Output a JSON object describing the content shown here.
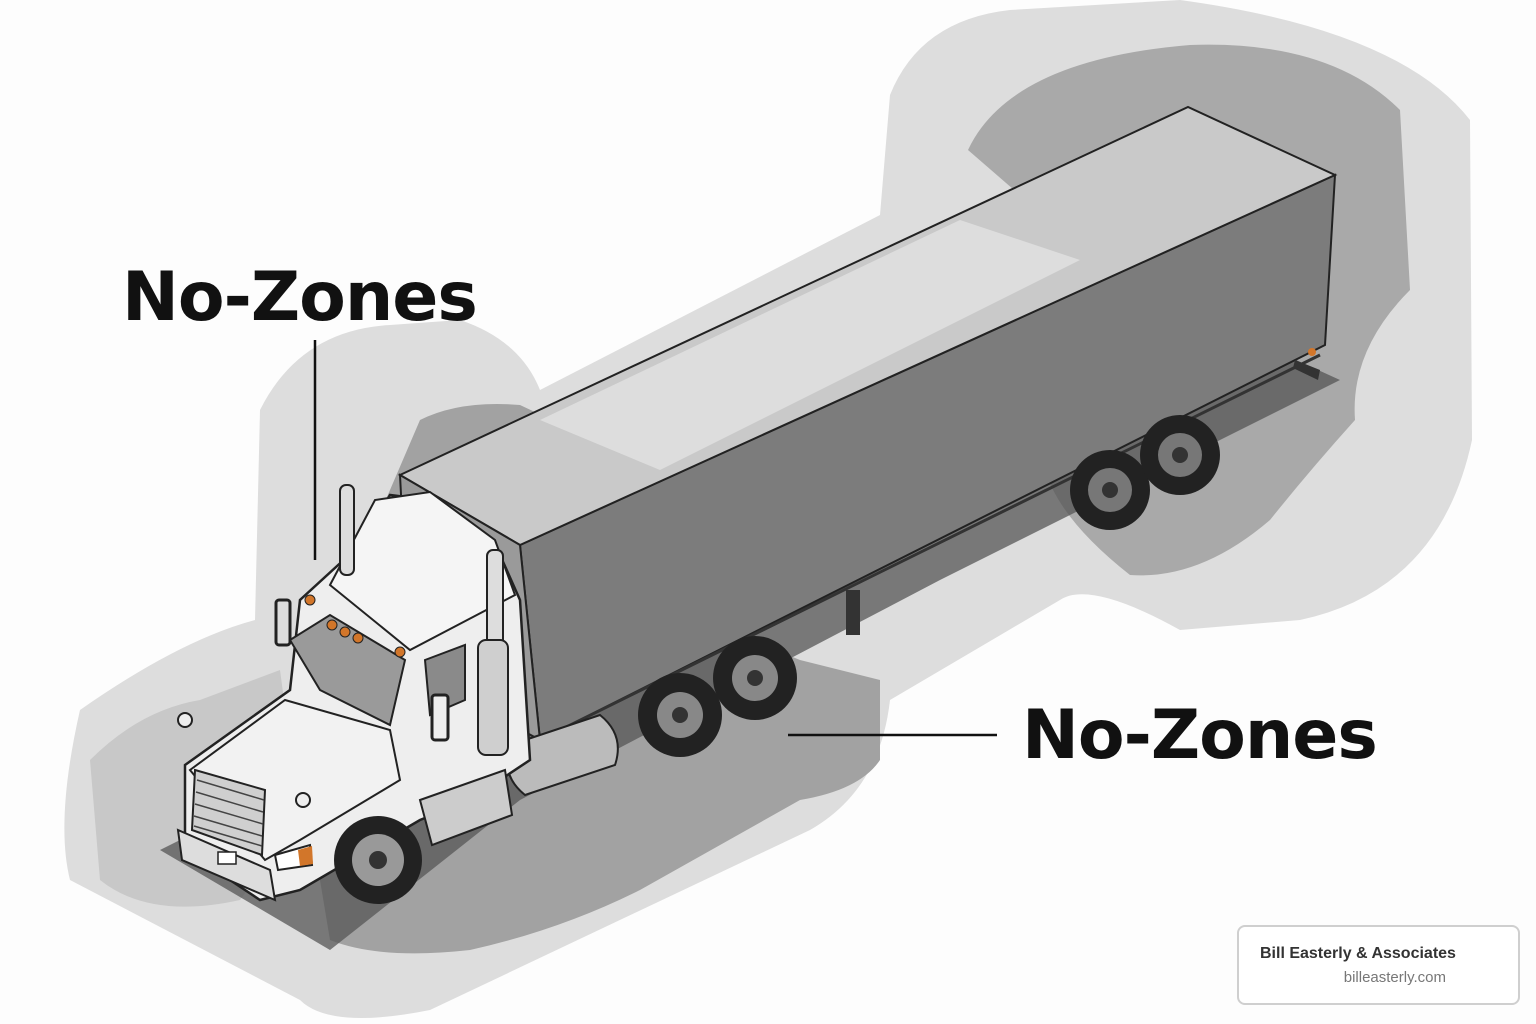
{
  "diagram": {
    "subject": "semi-truck-blind-spots",
    "labels": {
      "top": "No-Zones",
      "bottom": "No-Zones"
    },
    "colors": {
      "zone_outer": "#dcdcdc",
      "zone_inner": "#a7a7a7",
      "trailer_side": "#7d7d7d",
      "trailer_top": "#c8c8c8",
      "cab_body": "#eeeeee",
      "marker_lights": "#d2762a",
      "shadow": "#555555"
    }
  },
  "credit": {
    "name": "Bill Easterly & Associates",
    "url": "billeasterly.com"
  }
}
